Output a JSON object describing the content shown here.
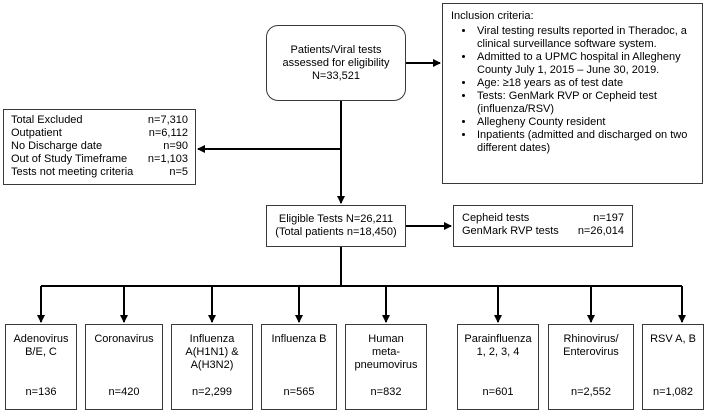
{
  "top_box": {
    "line1": "Patients/Viral tests",
    "line2": "assessed for eligibility",
    "line3": "N=33,521"
  },
  "inclusion": {
    "title": "Inclusion criteria:",
    "items": [
      "Viral testing results reported in Theradoc, a clinical surveillance software system.",
      "Admitted to a UPMC hospital in Allegheny County July 1, 2015 – June 30, 2019.",
      "Age: ≥18 years as of test date",
      "Tests: GenMark RVP or Cepheid test (influenza/RSV)",
      "Allegheny County resident",
      "Inpatients (admitted and discharged on two different dates)"
    ]
  },
  "exclusion": {
    "rows": [
      {
        "label": "Total Excluded",
        "value": "n=7,310"
      },
      {
        "label": "Outpatient",
        "value": "n=6,112"
      },
      {
        "label": "No Discharge date",
        "value": "n=90"
      },
      {
        "label": "Out of Study Timeframe",
        "value": "n=1,103"
      },
      {
        "label": "Tests not meeting criteria",
        "value": "n=5"
      }
    ]
  },
  "eligible": {
    "line1": "Eligible Tests N=26,211",
    "line2": "(Total patients n=18,450)"
  },
  "test_types": {
    "rows": [
      {
        "label": "Cepheid tests",
        "value": "n=197"
      },
      {
        "label": "GenMark RVP tests",
        "value": "n=26,014"
      }
    ]
  },
  "viruses": [
    {
      "name": "Adenovirus B/E, C",
      "count": "n=136"
    },
    {
      "name": "Coronavirus",
      "count": "n=420"
    },
    {
      "name": "Influenza A(H1N1) & A(H3N2)",
      "count": "n=2,299"
    },
    {
      "name": "Influenza B",
      "count": "n=565"
    },
    {
      "name": "Human meta-pneumovirus",
      "count": "n=832"
    },
    {
      "name": "Parainfluenza 1, 2, 3, 4",
      "count": "n=601"
    },
    {
      "name": "Rhinovirus/ Enterovirus",
      "count": "n=2,552"
    },
    {
      "name": "RSV A, B",
      "count": "n=1,082"
    }
  ]
}
